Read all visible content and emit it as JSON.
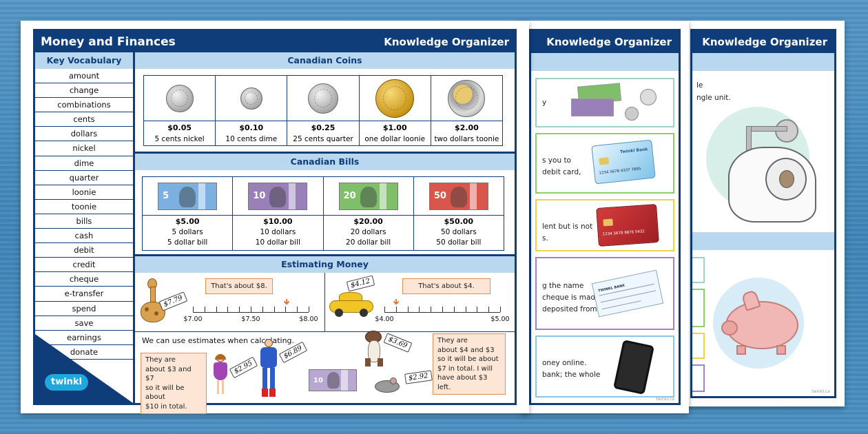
{
  "main": {
    "title": "Money and Finances",
    "header_right": "Knowledge Organizer",
    "vocab_heading": "Key Vocabulary",
    "vocab": [
      "amount",
      "change",
      "combinations",
      "cents",
      "dollars",
      "nickel",
      "dime",
      "quarter",
      "loonie",
      "toonie",
      "bills",
      "cash",
      "debit",
      "credit",
      "cheque",
      "e-transfer",
      "spend",
      "save",
      "earnings",
      "donate"
    ],
    "logo": "twinkl",
    "coins": {
      "heading": "Canadian Coins",
      "items": [
        {
          "value": "$0.05",
          "desc": "5 cents nickel"
        },
        {
          "value": "$0.10",
          "desc": "10 cents dime"
        },
        {
          "value": "$0.25",
          "desc": "25 cents quarter"
        },
        {
          "value": "$1.00",
          "desc": "one dollar loonie"
        },
        {
          "value": "$2.00",
          "desc": "two dollars toonie"
        }
      ]
    },
    "bills": {
      "heading": "Canadian Bills",
      "items": [
        {
          "denom": "5",
          "color": "#7bb0e0",
          "value": "$5.00",
          "words": "5 dollars",
          "name": "5 dollar bill"
        },
        {
          "denom": "10",
          "color": "#9a80b8",
          "value": "$10.00",
          "words": "10 dollars",
          "name": "10 dollar bill"
        },
        {
          "denom": "20",
          "color": "#7fbf6a",
          "value": "$20.00",
          "words": "20 dollars",
          "name": "20 dollar bill"
        },
        {
          "denom": "50",
          "color": "#d8564c",
          "value": "$50.00",
          "words": "50 dollars",
          "name": "50 dollar bill"
        }
      ]
    },
    "estimating": {
      "heading": "Estimating Money",
      "left": {
        "callout": "That's about $8.",
        "tag": "$7.79",
        "labels": [
          "$7.00",
          "$7.50",
          "$8.00"
        ]
      },
      "right": {
        "callout": "That's about $4.",
        "tag": "$4.12",
        "labels": [
          "$4.00",
          "$5.00"
        ]
      },
      "sentence": "We can use estimates when calculating.",
      "callout_left": [
        "They are",
        "about $3 and $7",
        "so it will be about",
        "$10 in total."
      ],
      "callout_right": [
        "They are",
        "about $4 and $3",
        "so it will be about",
        "$7 in total. I will",
        "have about $3 left."
      ],
      "tags": [
        "$2.95",
        "$6.89",
        "$3.69",
        "$2.92"
      ],
      "bill_label": "10"
    }
  },
  "back2": {
    "header_right": "Knowledge Organizer",
    "snippets": [
      "y",
      "s you to",
      "debit card,",
      "lent but is not",
      "s.",
      "g the name",
      "cheque is made",
      "deposited from",
      "oney online.",
      "bank; the whole"
    ],
    "card_label": "Twinkl Bank",
    "card_number": "1234 5678 4337 7895",
    "card_number_red": "1234 5678 9876 5432",
    "cheque_label": "TWINKL BANK",
    "footer": "twinkl.ca"
  },
  "back3": {
    "header_right": "Knowledge Organizer",
    "snippets": [
      "le",
      "ngle unit."
    ],
    "footer": "twinkl.ca"
  }
}
